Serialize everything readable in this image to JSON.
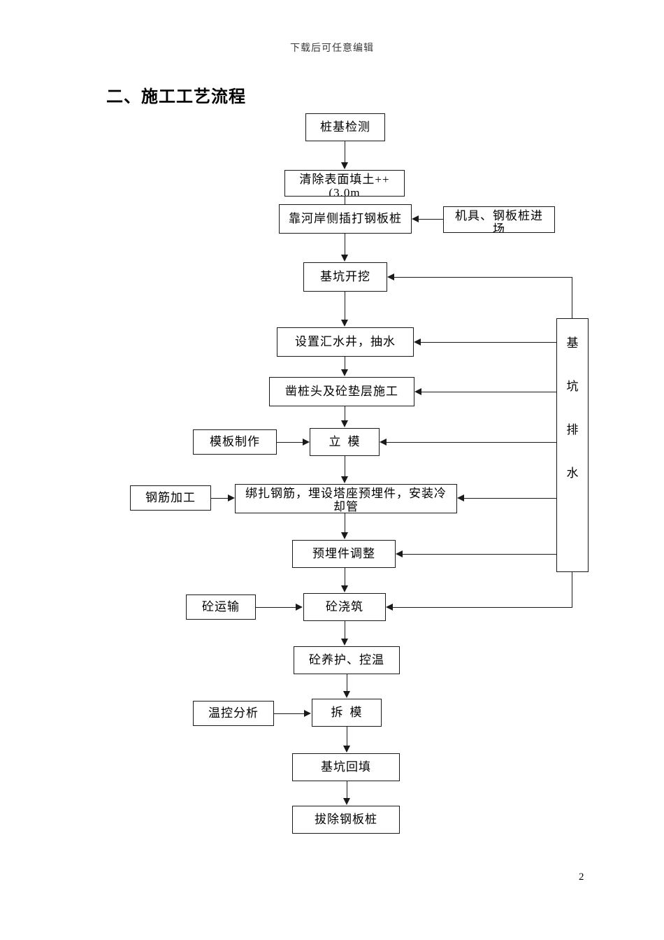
{
  "document": {
    "header_note": "下载后可任意编辑",
    "title": "二、施工工艺流程",
    "page_number": "2"
  },
  "flowchart": {
    "type": "flowchart",
    "orientation": "top-to-bottom",
    "main_nodes": [
      {
        "id": "n1",
        "label": "桩基检测"
      },
      {
        "id": "n2",
        "label": "清除表面填土++",
        "label_line2": "(3.0m"
      },
      {
        "id": "n3",
        "label": "靠河岸侧插打钢板桩"
      },
      {
        "id": "n4",
        "label": "基坑开挖"
      },
      {
        "id": "n5",
        "label": "设置汇水井，抽水"
      },
      {
        "id": "n6",
        "label": "凿桩头及砼垫层施工"
      },
      {
        "id": "n7",
        "label": "立模"
      },
      {
        "id": "n8",
        "label": "绑扎钢筋，埋设塔座预埋件，安装冷",
        "label_line2": "却管"
      },
      {
        "id": "n9",
        "label": "预埋件调整"
      },
      {
        "id": "n10",
        "label": "砼浇筑"
      },
      {
        "id": "n11",
        "label": "砼养护、控温"
      },
      {
        "id": "n12",
        "label": "拆模"
      },
      {
        "id": "n13",
        "label": "基坑回填"
      },
      {
        "id": "n14",
        "label": "拔除钢板桩"
      }
    ],
    "side_nodes": [
      {
        "id": "s1",
        "label": "机具、钢板桩进",
        "label_line2": "场",
        "side": "right",
        "target": "n3"
      },
      {
        "id": "s2",
        "label": "模板制作",
        "side": "left",
        "target": "n7"
      },
      {
        "id": "s3",
        "label": "钢筋加工",
        "side": "left",
        "target": "n8"
      },
      {
        "id": "s4",
        "label": "砼运输",
        "side": "left",
        "target": "n10"
      },
      {
        "id": "s5",
        "label": "温控分析",
        "side": "left",
        "target": "n12"
      }
    ],
    "vertical_node": {
      "id": "v1",
      "label": "基坑排水",
      "chars": [
        "基",
        "坑",
        "排",
        "水"
      ],
      "targets": [
        "n4",
        "n5",
        "n6",
        "n7",
        "n8",
        "n9",
        "n10"
      ]
    }
  }
}
